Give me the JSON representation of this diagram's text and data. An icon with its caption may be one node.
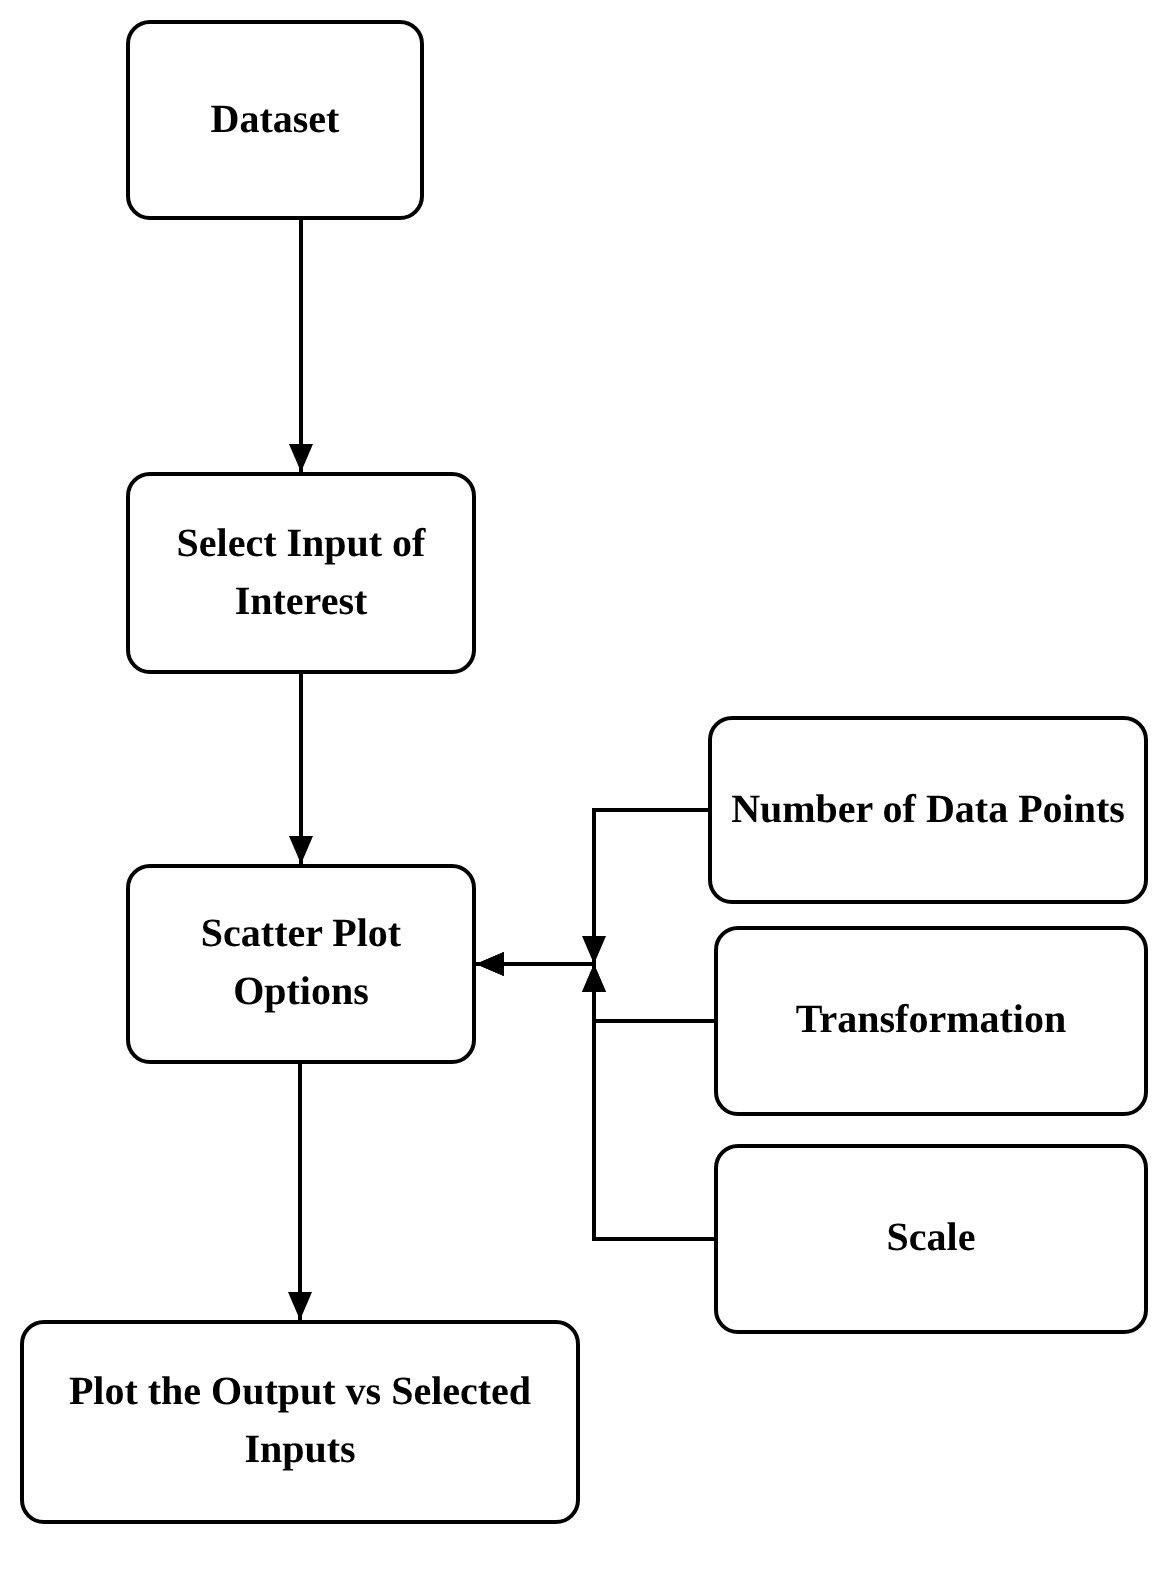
{
  "diagram": {
    "nodes": [
      {
        "text": [
          "Dataset"
        ]
      },
      {
        "text": [
          "Select Input of Interest"
        ]
      },
      {
        "text": [
          "Scatter Plot Options"
        ]
      },
      {
        "text": [
          "Plot the Output vs Selected Inputs"
        ]
      },
      {
        "text": [
          "Number of Data Points"
        ]
      },
      {
        "text": [
          "Transformation"
        ]
      },
      {
        "text": [
          "Scale"
        ]
      }
    ],
    "edges": [
      {
        "from": 0,
        "to": 1,
        "arrow": "to"
      },
      {
        "from": 1,
        "to": 2,
        "arrow": "to"
      },
      {
        "from": 2,
        "to": 3,
        "arrow": "to"
      },
      {
        "from": 4,
        "to": 2,
        "arrow": "to"
      },
      {
        "from": 5,
        "to": 2,
        "arrow": "to"
      },
      {
        "from": 6,
        "to": 2,
        "arrow": "to"
      }
    ]
  }
}
